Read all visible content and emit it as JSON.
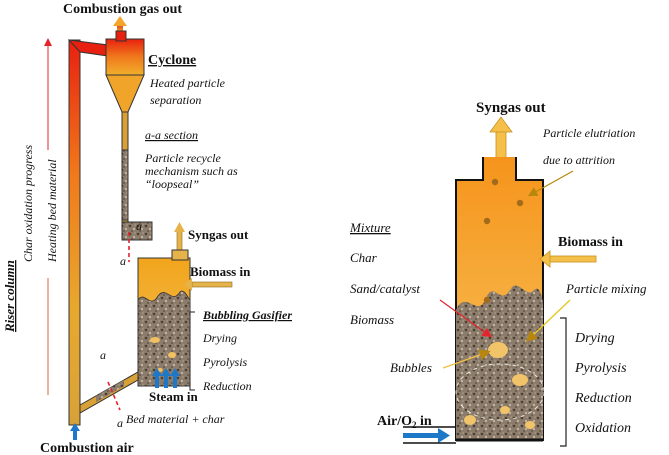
{
  "left": {
    "combustion_gas_out": "Combustion gas out",
    "cyclone": "Cyclone",
    "heated_particle_line1": "Heated particle",
    "heated_particle_line2": "separation",
    "aa_section": "a-a section",
    "recycle_line1": "Particle recycle",
    "recycle_line2": "mechanism such as",
    "recycle_line3": "“loopseal”",
    "syngas_out": "Syngas out",
    "biomass_in": "Biomass in",
    "bubbling_gasifier": "Bubbling Gasifier",
    "stages": [
      "Drying",
      "Pyrolysis",
      "Reduction"
    ],
    "steam_in": "Steam in",
    "bed_material": "Bed material + char",
    "combustion_air": "Combustion air",
    "riser_column": "Riser column",
    "char_oxidation": "Char oxidation progress",
    "heating_bed": "Heating bed material",
    "section_marker": "a"
  },
  "right": {
    "syngas_out": "Syngas out",
    "elutriation_line1": "Particle elutriation",
    "elutriation_line2": "due to attrition",
    "mixture_title": "Mixture",
    "mixture_items": [
      "Char",
      "Sand/catalyst",
      "Biomass"
    ],
    "biomass_in": "Biomass in",
    "particle_mixing": "Particle mixing",
    "bubbles": "Bubbles",
    "stages": [
      "Drying",
      "Pyrolysis",
      "Reduction",
      "Oxidation"
    ],
    "air_in_prefix": "Air/O",
    "air_in_sub": "2",
    "air_in_suffix": " in"
  },
  "colors": {
    "hot_red": "#e8200f",
    "orange": "#f39a1e",
    "gold": "#e6b24a",
    "bed_gray": "#8a7a6a",
    "arrow_blue": "#1e78c8",
    "marker_red": "#e3242b"
  }
}
